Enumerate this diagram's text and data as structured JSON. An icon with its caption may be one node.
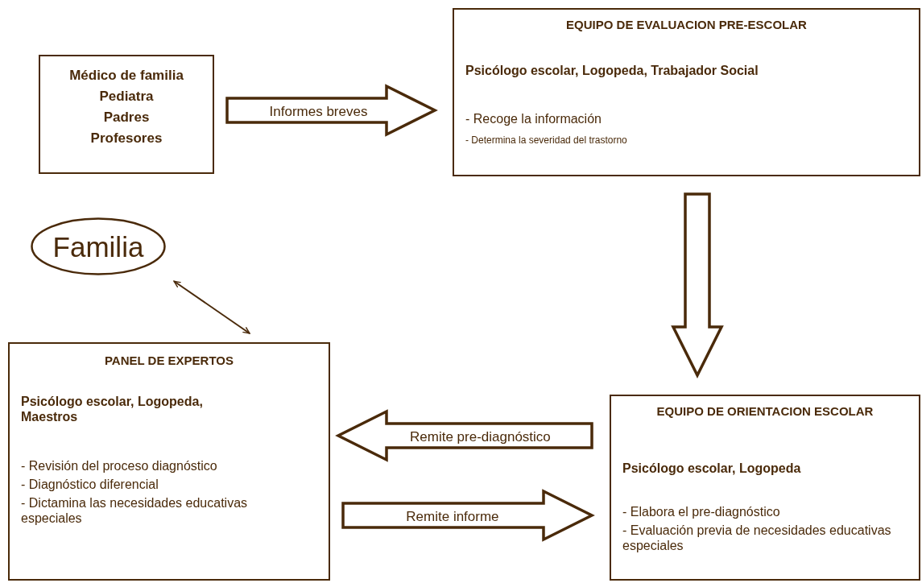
{
  "diagram": {
    "nodes": [
      {
        "text": [
          "Médico de familia",
          "Pediatra",
          "Padres",
          "Profesores"
        ]
      },
      {
        "text": [
          "EQUIPO DE EVALUACION PRE-ESCOLAR",
          "Psicólogo escolar, Logopeda, Trabajador Social",
          "- Recoge la información",
          "- Determina la severidad del trastorno"
        ]
      },
      {
        "text": [
          "Familia"
        ]
      },
      {
        "text": [
          "PANEL DE EXPERTOS",
          "Psicólogo escolar, Logopeda, Maestros",
          "- Revisión del proceso diagnóstico",
          "- Diagnóstico diferencial",
          "- Dictamina las necesidades educativas especiales"
        ]
      },
      {
        "text": [
          "EQUIPO DE ORIENTACION ESCOLAR",
          "Psicólogo escolar, Logopeda",
          "- Elabora el pre-diagnóstico",
          "- Evaluación previa de necesidades educativas especiales"
        ]
      }
    ],
    "edges": [
      {
        "from": 0,
        "to": 1,
        "arrow": "to",
        "label": "Informes breves",
        "style": "thick"
      },
      {
        "from": 1,
        "to": 4,
        "arrow": "to",
        "style": "thick"
      },
      {
        "from": 4,
        "to": 3,
        "arrow": "to",
        "label": "Remite pre-diagnóstico",
        "style": "thick"
      },
      {
        "from": 3,
        "to": 4,
        "arrow": "to",
        "label": "Remite informe",
        "style": "thick"
      },
      {
        "from": 2,
        "to": 3,
        "arrow": "both"
      }
    ]
  }
}
